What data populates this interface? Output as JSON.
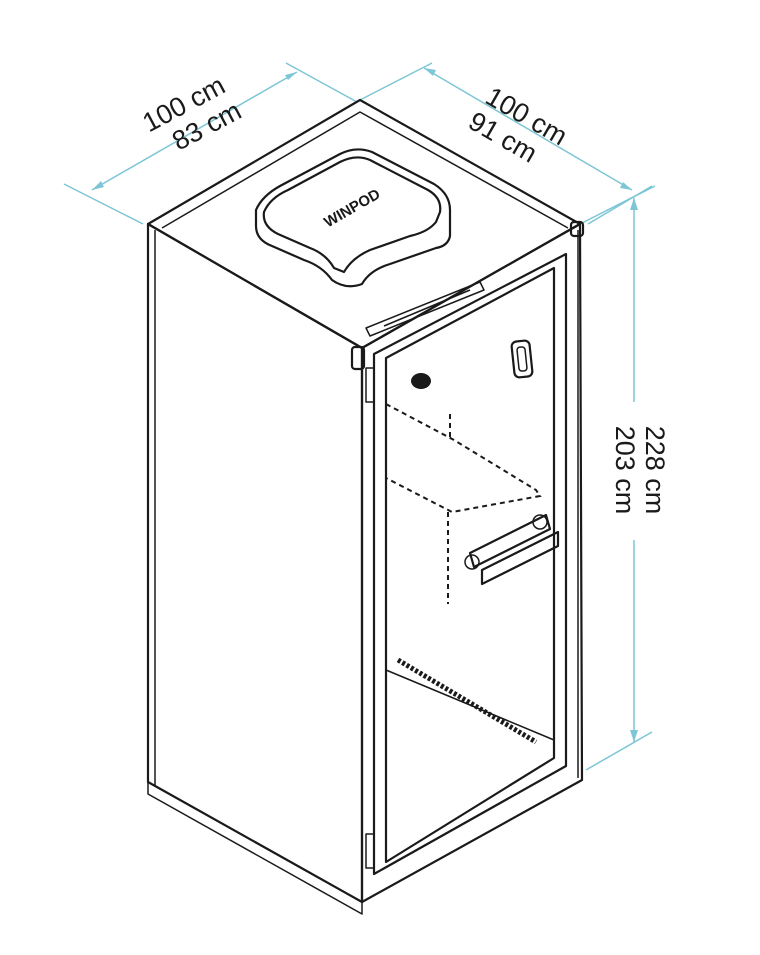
{
  "dimensions": {
    "width": {
      "outer": "100 cm",
      "inner": "83 cm"
    },
    "depth": {
      "outer": "100 cm",
      "inner": "91 cm"
    },
    "height": {
      "outer": "228 cm",
      "inner": "203 cm"
    }
  },
  "brand": {
    "logo_text": "WINPOD"
  },
  "colors": {
    "dimension_line": "#7cc6d6",
    "outline": "#1a1a1a",
    "background": "#ffffff"
  }
}
